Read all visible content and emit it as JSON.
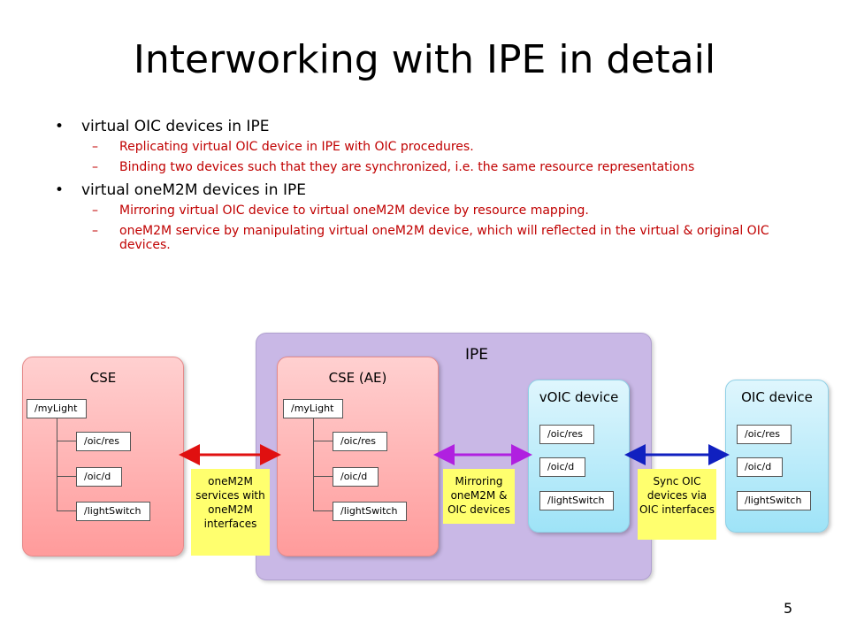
{
  "title": "Interworking with IPE in detail",
  "bullets": [
    {
      "text": "virtual OIC devices in IPE",
      "subs": [
        "Replicating virtual OIC device in IPE with OIC procedures.",
        "Binding two devices such that they are synchronized, i.e. the same resource representations"
      ]
    },
    {
      "text": "virtual oneM2M devices in IPE",
      "subs": [
        "Mirroring virtual OIC device to virtual oneM2M device by resource mapping.",
        "oneM2M service by manipulating virtual oneM2M device, which will reflected in the virtual & original OIC devices."
      ]
    }
  ],
  "diagram": {
    "ipe_label": "IPE",
    "cse": {
      "title": "CSE",
      "root": "/myLight",
      "children": [
        "/oic/res",
        "/oic/d",
        "/lightSwitch"
      ]
    },
    "cse_ae": {
      "title": "CSE (AE)",
      "root": "/myLight",
      "children": [
        "/oic/res",
        "/oic/d",
        "/lightSwitch"
      ]
    },
    "voic": {
      "title": "vOIC device",
      "resources": [
        "/oic/res",
        "/oic/d",
        "/lightSwitch"
      ]
    },
    "oic": {
      "title": "OIC device",
      "resources": [
        "/oic/res",
        "/oic/d",
        "/lightSwitch"
      ]
    },
    "notes": {
      "onem2m": "oneM2M services with oneM2M interfaces",
      "mirroring": "Mirroring oneM2M & OIC devices",
      "sync": "Sync OIC devices via OIC interfaces"
    },
    "arrow_colors": {
      "onem2m": "#e01010",
      "mirroring": "#b020e0",
      "sync": "#1020c0"
    }
  },
  "page_number": "5"
}
